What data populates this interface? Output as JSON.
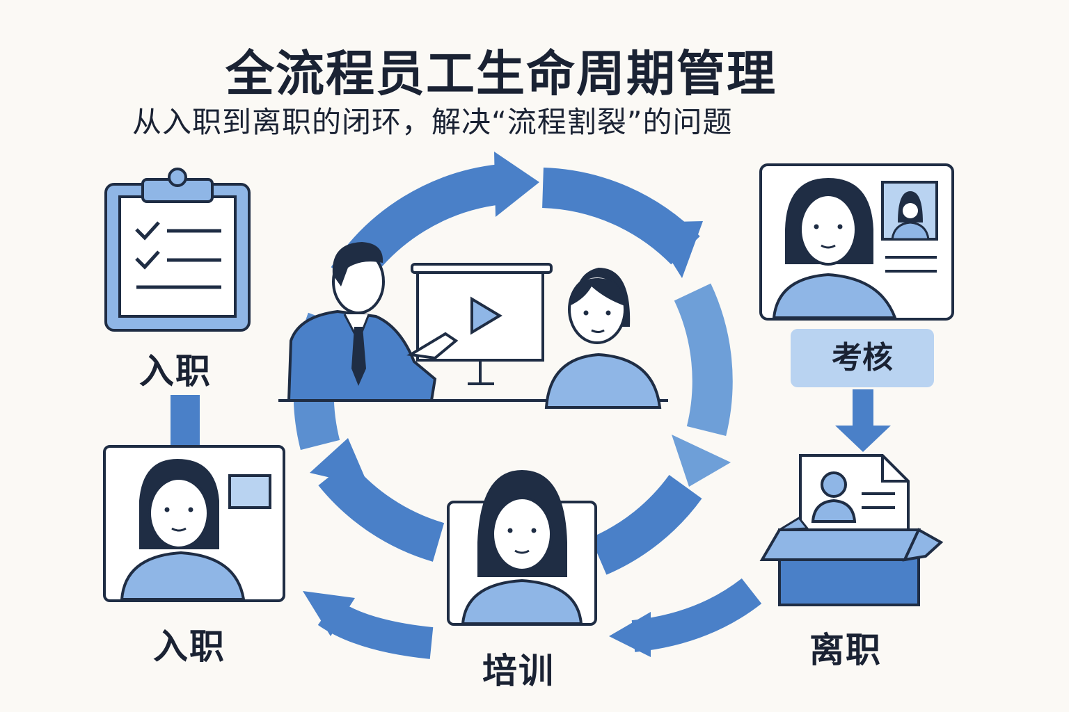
{
  "header": {
    "title": "全流程员工生命周期管理",
    "subtitle": "从入职到离职的闭环，解决“流程割裂”的问题"
  },
  "stages": {
    "onboarding_top": "入职",
    "onboarding_bottom": "入职",
    "training": "培训",
    "evaluation": "考核",
    "offboarding": "离职"
  },
  "colors": {
    "primary": "#4a7fc4",
    "light": "#8fb6e6",
    "pale": "#b9d3f1",
    "outline": "#1f2d44",
    "background": "#fbf9f5"
  },
  "icons": [
    "clipboard-checklist-icon",
    "employee-id-card-icon",
    "presentation-training-icon",
    "profile-card-icon",
    "box-document-icon",
    "cycle-arrows-icon"
  ]
}
